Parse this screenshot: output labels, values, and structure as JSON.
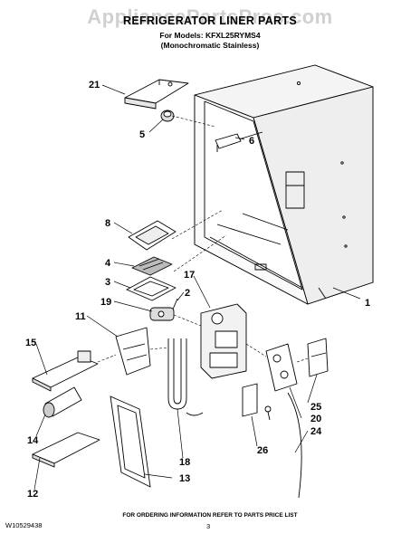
{
  "header": {
    "watermark": "AppliancePartsPros.com",
    "title": "REFRIGERATOR LINER PARTS",
    "models": "For Models: KFXL25RYMS4",
    "variant": "(Monochromatic Stainless)"
  },
  "callouts": [
    "21",
    "5",
    "6",
    "8",
    "4",
    "3",
    "19",
    "2",
    "17",
    "1",
    "11",
    "15",
    "14",
    "12",
    "18",
    "13",
    "25",
    "20",
    "24",
    "26"
  ],
  "footer": {
    "order_note": "FOR ORDERING INFORMATION REFER TO PARTS PRICE LIST",
    "doc_number": "W10529438",
    "page": "3"
  }
}
